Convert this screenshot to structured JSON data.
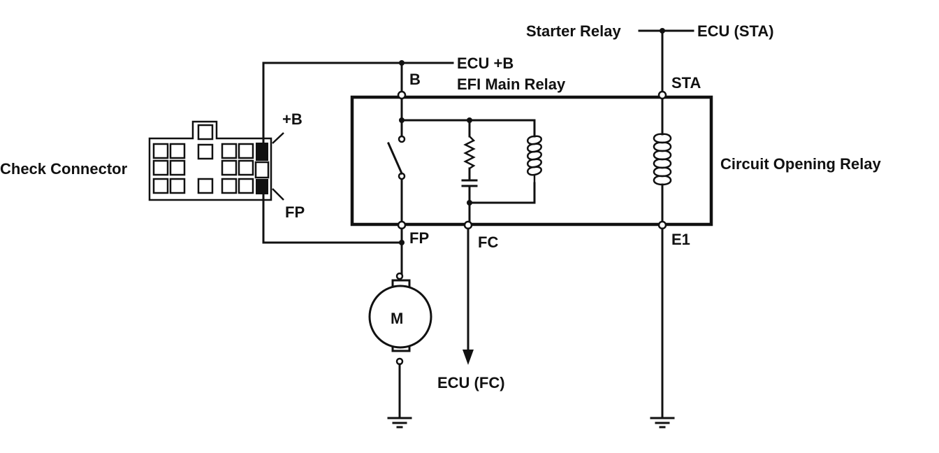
{
  "labels": {
    "starter_relay": "Starter Relay",
    "ecu_sta": "ECU (STA)",
    "ecu_plus_b": "ECU +B",
    "b_terminal": "B",
    "efi_main_relay": "EFI Main Relay",
    "sta_terminal": "STA",
    "plus_b": "+B",
    "check_connector": "Check Connector",
    "circuit_opening_relay": "Circuit Opening Relay",
    "fp_connector": "FP",
    "fp_terminal": "FP",
    "fc_terminal": "FC",
    "e1_terminal": "E1",
    "motor": "M",
    "ecu_fc": "ECU (FC)"
  },
  "icons": {
    "motor": "motor-icon",
    "ground": "ground-icon",
    "coil": "coil-icon",
    "resistor": "resistor-icon",
    "capacitor": "capacitor-icon",
    "switch": "switch-icon",
    "connector": "connector-icon"
  }
}
